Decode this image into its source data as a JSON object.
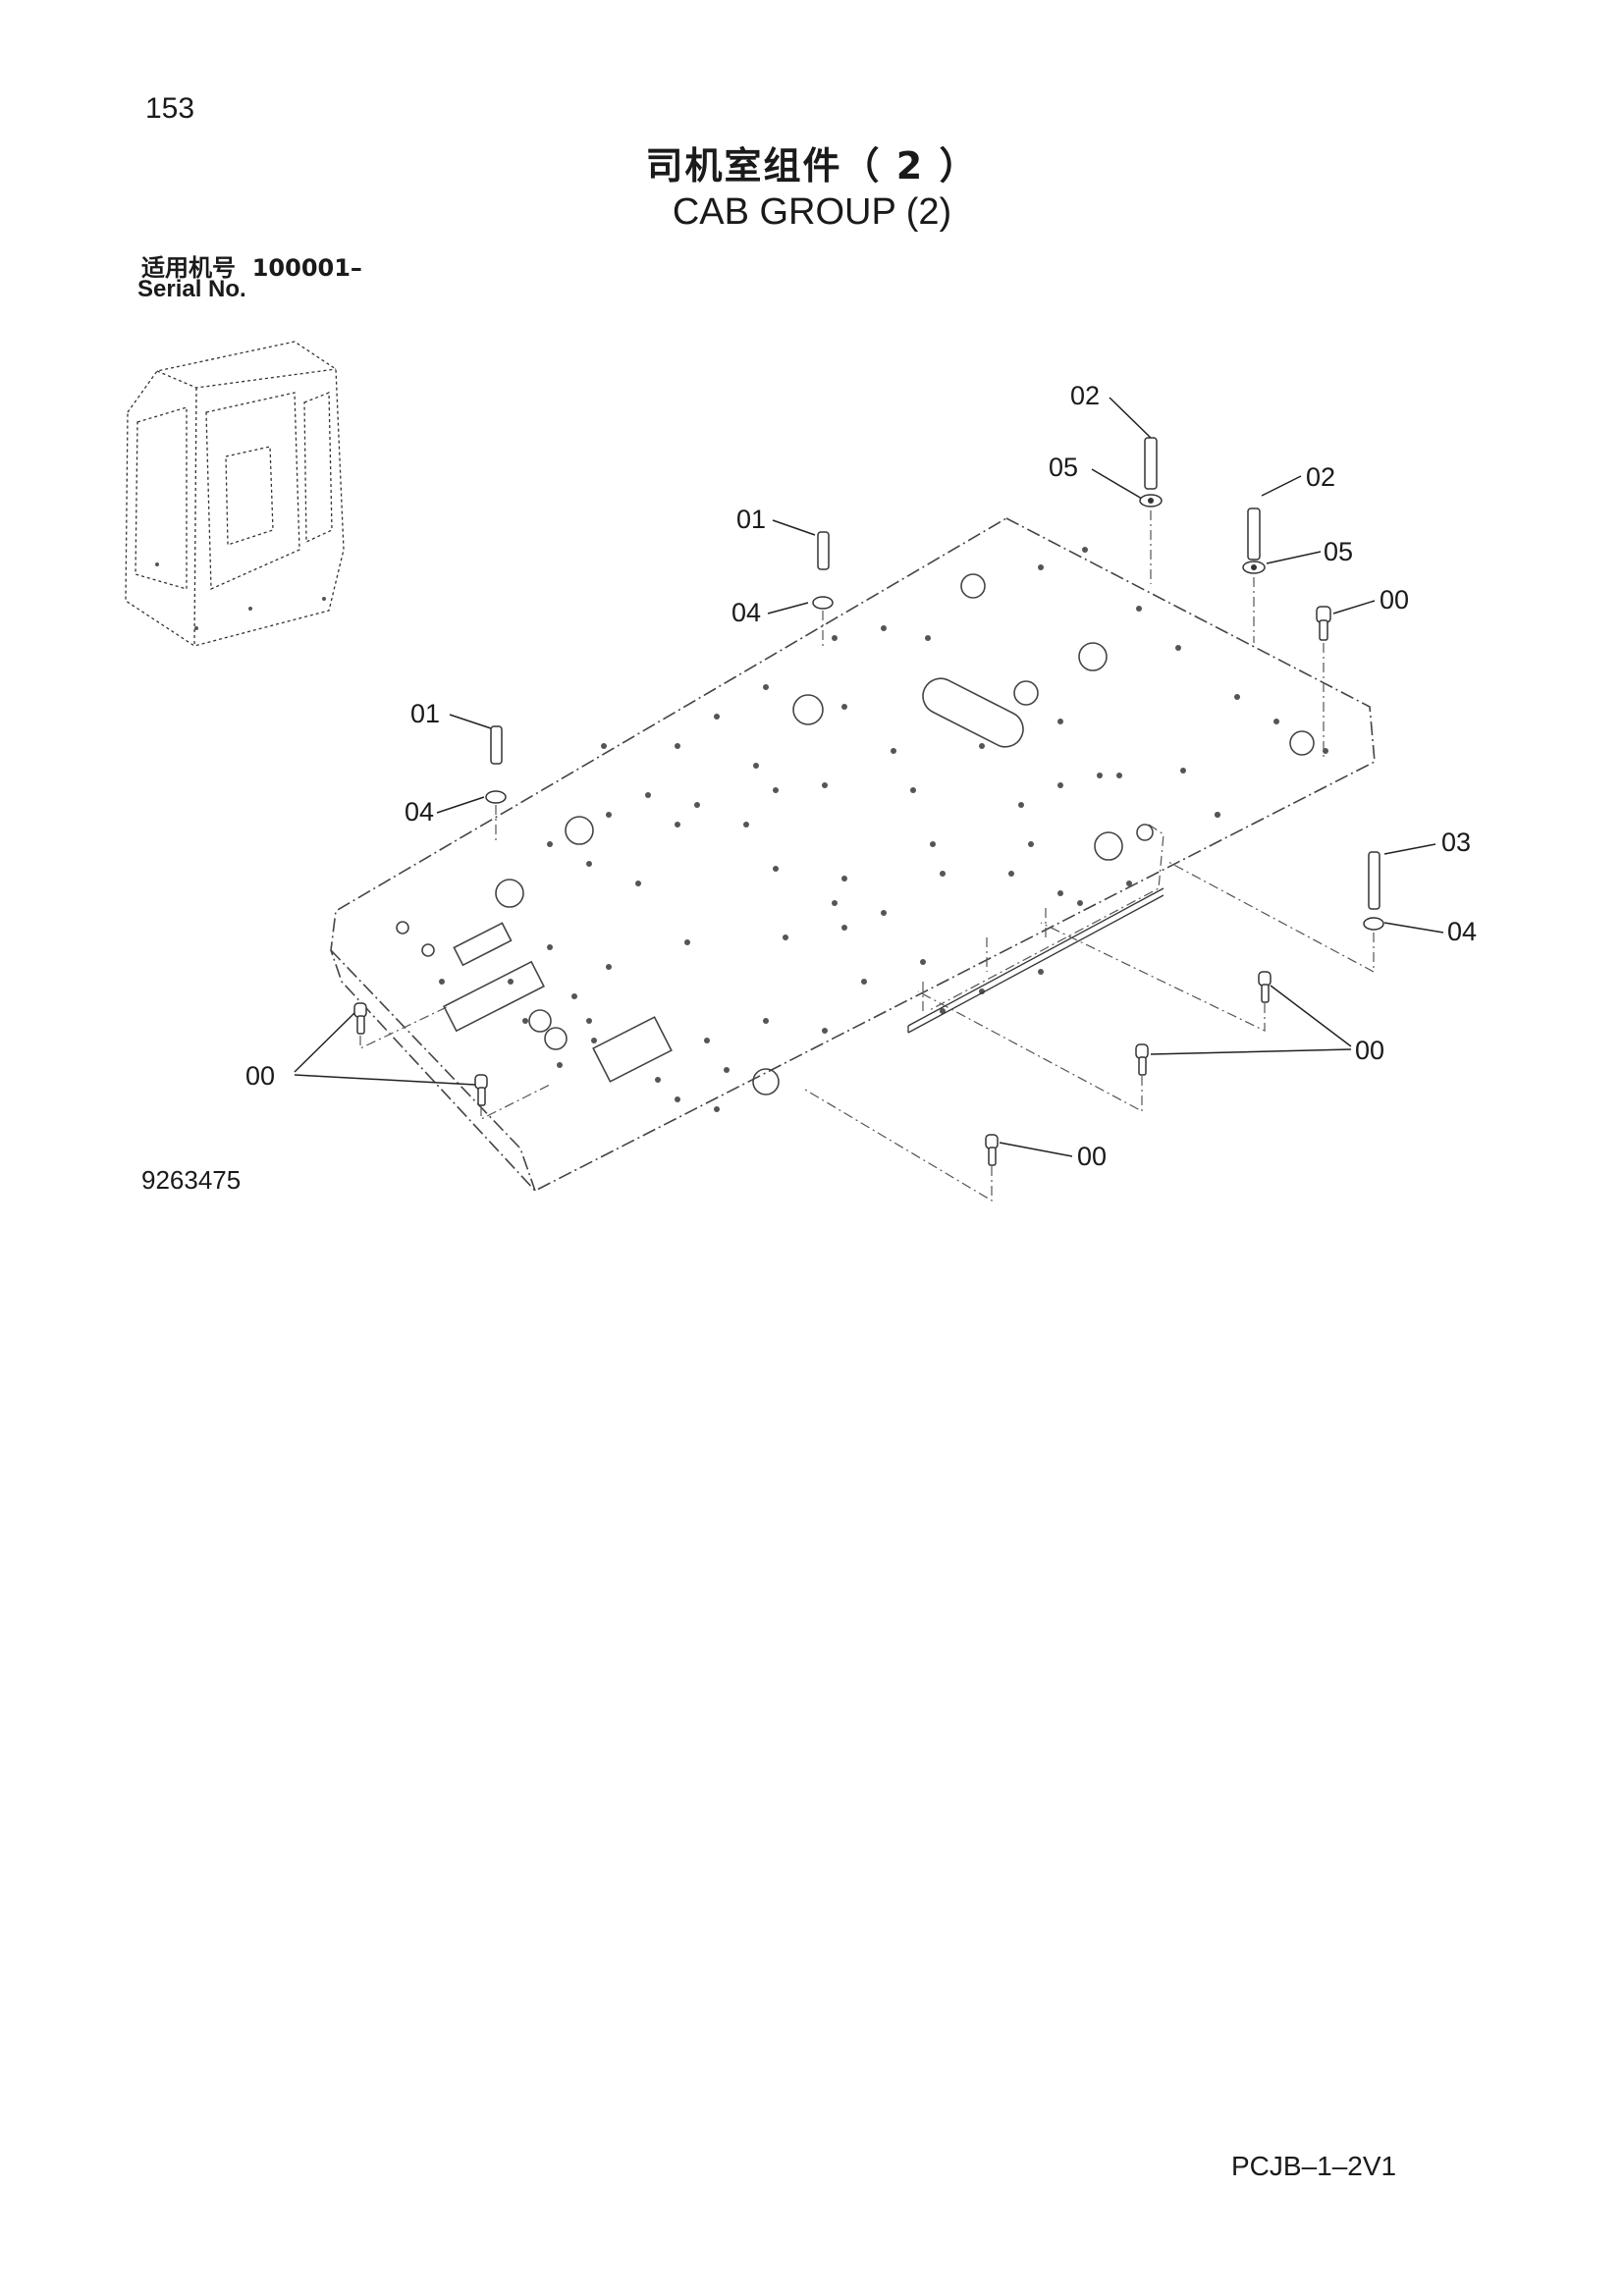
{
  "page_number": "153",
  "title_cn": "司机室组件（ 2 ）",
  "title_en": "CAB GROUP (2)",
  "serial_label_cn": "适用机号",
  "serial_value": "100001–",
  "serial_label_en": "Serial No.",
  "drawing_number": "9263475",
  "document_code": "PCJB–1–2V1",
  "callouts": [
    {
      "id": "c-02-a",
      "text": "02"
    },
    {
      "id": "c-05-a",
      "text": "05"
    },
    {
      "id": "c-02-b",
      "text": "02"
    },
    {
      "id": "c-01-a",
      "text": "01"
    },
    {
      "id": "c-05-b",
      "text": "05"
    },
    {
      "id": "c-04-a",
      "text": "04"
    },
    {
      "id": "c-00-a",
      "text": "00"
    },
    {
      "id": "c-01-b",
      "text": "01"
    },
    {
      "id": "c-04-b",
      "text": "04"
    },
    {
      "id": "c-03",
      "text": "03"
    },
    {
      "id": "c-04-c",
      "text": "04"
    },
    {
      "id": "c-00-b",
      "text": "00"
    },
    {
      "id": "c-00-c",
      "text": "00"
    },
    {
      "id": "c-00-d",
      "text": "00"
    }
  ]
}
